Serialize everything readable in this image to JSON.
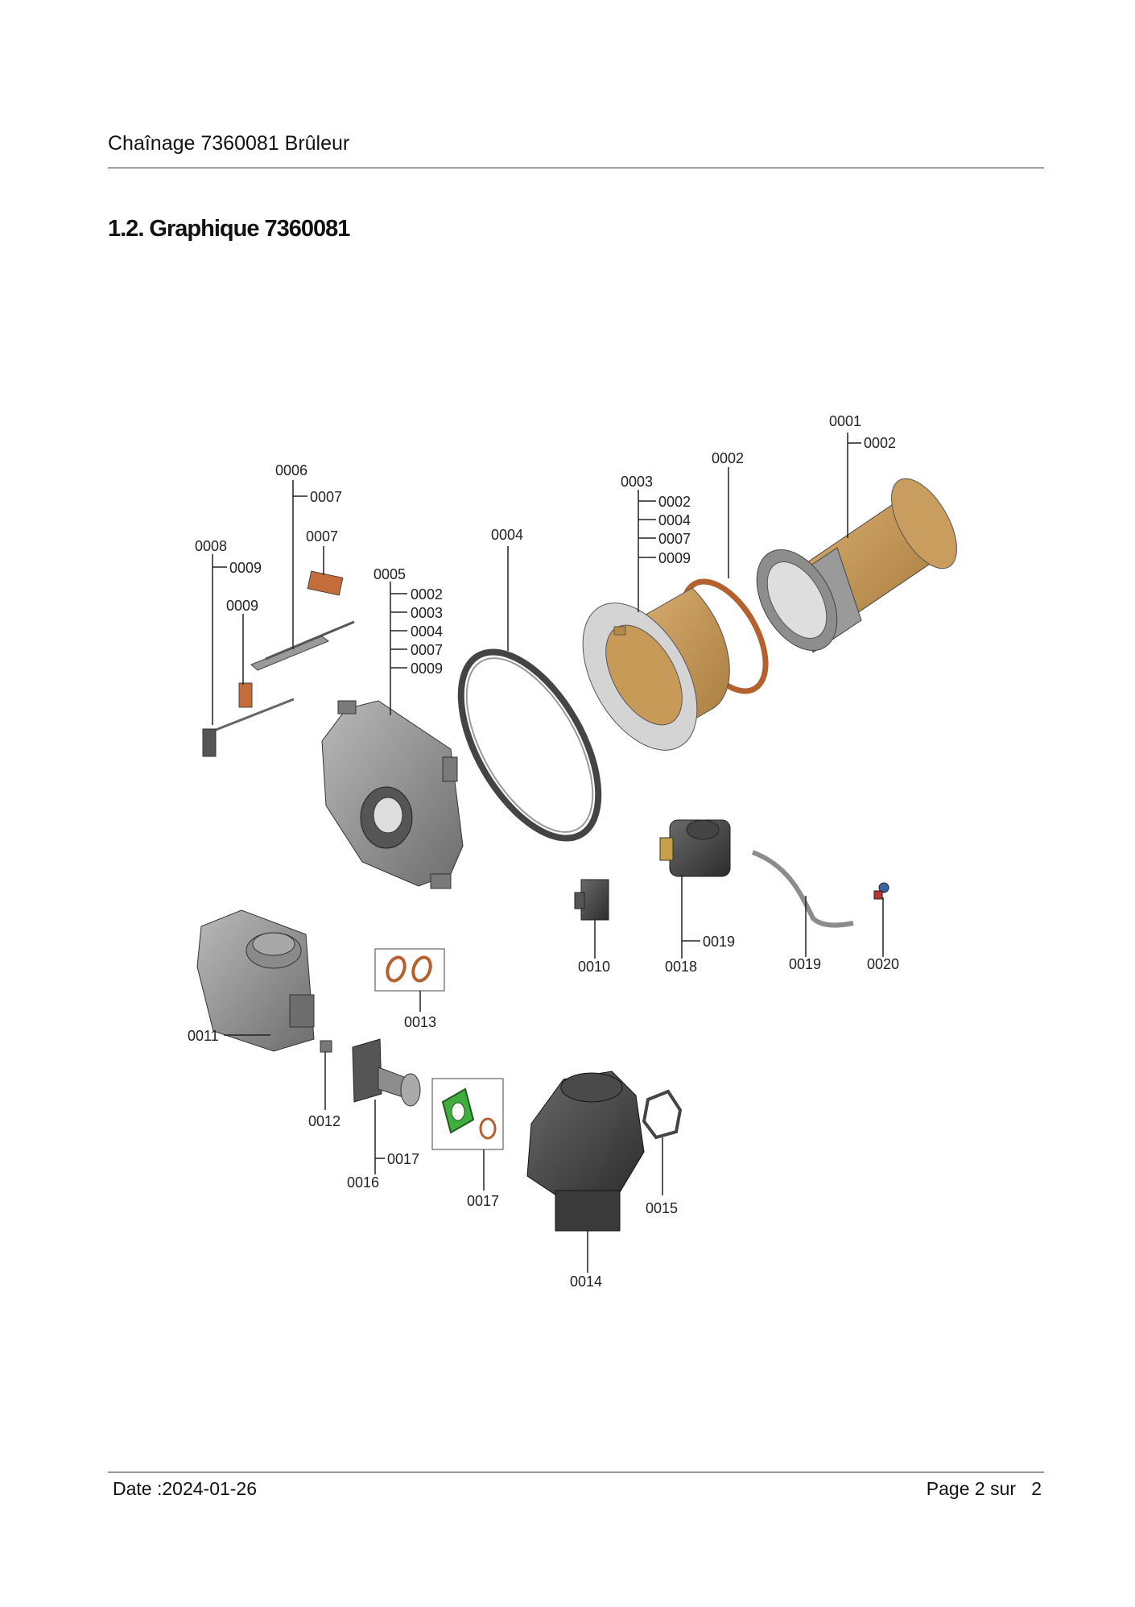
{
  "header": {
    "title": "Chaînage 7360081 Brûleur"
  },
  "section": {
    "title": "1.2. Graphique 7360081"
  },
  "footer": {
    "date": "Date :2024-01-26",
    "page_prefix": "Page 2 sur",
    "page_total": "2"
  },
  "diagram": {
    "labels": {
      "l0001": "0001",
      "l0001_sub": "0002",
      "l0002": "0002",
      "l0003": "0003",
      "l0003_s1": "0002",
      "l0003_s2": "0004",
      "l0003_s3": "0007",
      "l0003_s4": "0009",
      "l0004": "0004",
      "l0005": "0005",
      "l0005_s1": "0002",
      "l0005_s2": "0003",
      "l0005_s3": "0004",
      "l0005_s4": "0007",
      "l0005_s5": "0009",
      "l0006": "0006",
      "l0006_s1": "0007",
      "l0007": "0007",
      "l0008": "0008",
      "l0008_s1": "0009",
      "l0009": "0009",
      "l0010": "0010",
      "l0011": "0011",
      "l0012": "0012",
      "l0013": "0013",
      "l0014": "0014",
      "l0015": "0015",
      "l0016": "0016",
      "l0016_s1": "0017",
      "l0017": "0017",
      "l0018": "0018",
      "l0018_s1": "0019",
      "l0019": "0019",
      "l0020": "0020"
    }
  }
}
